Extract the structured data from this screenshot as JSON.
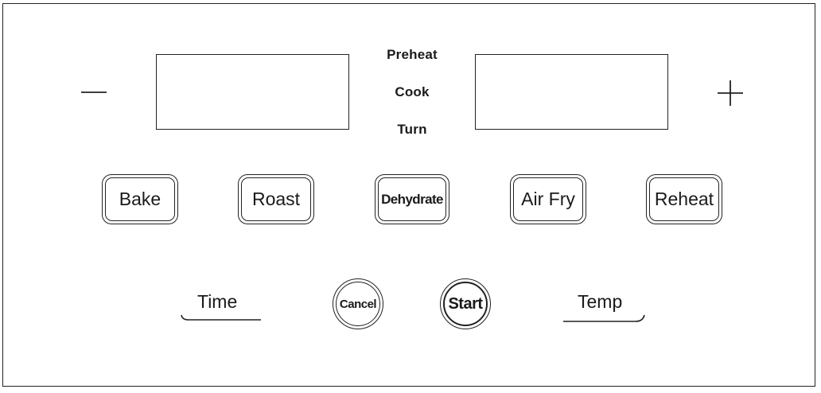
{
  "controls": {
    "minus_symbol": "minus",
    "plus_symbol": "plus"
  },
  "status": {
    "preheat": "Preheat",
    "cook": "Cook",
    "turn": "Turn"
  },
  "modes": {
    "bake": "Bake",
    "roast": "Roast",
    "dehydrate": "Dehydrate",
    "air_fry": "Air Fry",
    "reheat": "Reheat"
  },
  "actions": {
    "time": "Time",
    "cancel": "Cancel",
    "start": "Start",
    "temp": "Temp"
  },
  "colors": {
    "line": "#222222",
    "background": "#ffffff"
  }
}
